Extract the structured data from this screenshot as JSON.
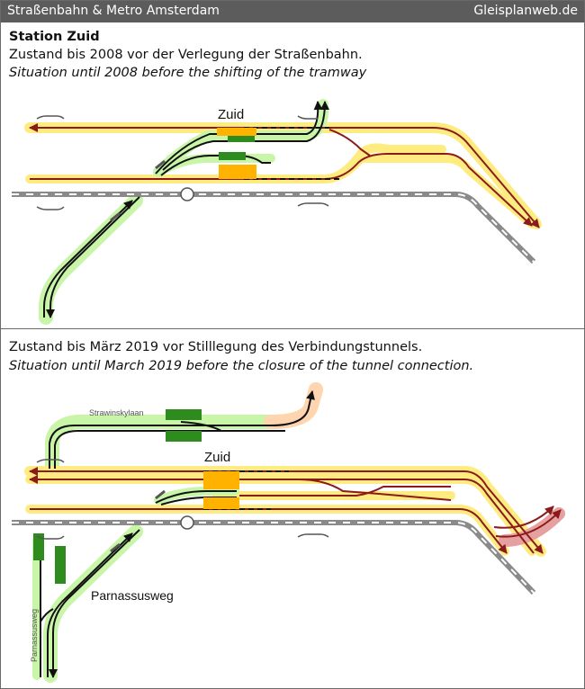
{
  "header": {
    "title": "Straßenbahn & Metro Amsterdam",
    "site": "Gleisplanweb.de"
  },
  "section1": {
    "heading": "Station Zuid",
    "line_de": "Zustand bis 2008 vor der Verlegung der Straßenbahn.",
    "line_en": "Situation until 2008 before the shifting of the tramway",
    "station_label": "Zuid"
  },
  "section2": {
    "line_de": "Zustand bis März 2019 vor Stilllegung des Verbindungstunnels.",
    "line_en": "Situation until March 2019 before the closure of the tunnel connection.",
    "station_label": "Zuid",
    "label_strawinskylaan": "Strawinskylaan",
    "label_parnassusweg": "Parnassusweg",
    "label_parnassusweg_vertical": "Parnassusweg"
  },
  "colors": {
    "metro_track": "#8b1a1a",
    "metro_glow": "#ffec80",
    "tram_glow": "#c8f5a8",
    "tram_track": "#111111",
    "rail_track": "#8a8a8a",
    "platform_orange": "#ffb300",
    "platform_green": "#2e8b1e",
    "header_bg": "#5c5c5c",
    "tunnel_pink": "#e6a0a0"
  }
}
